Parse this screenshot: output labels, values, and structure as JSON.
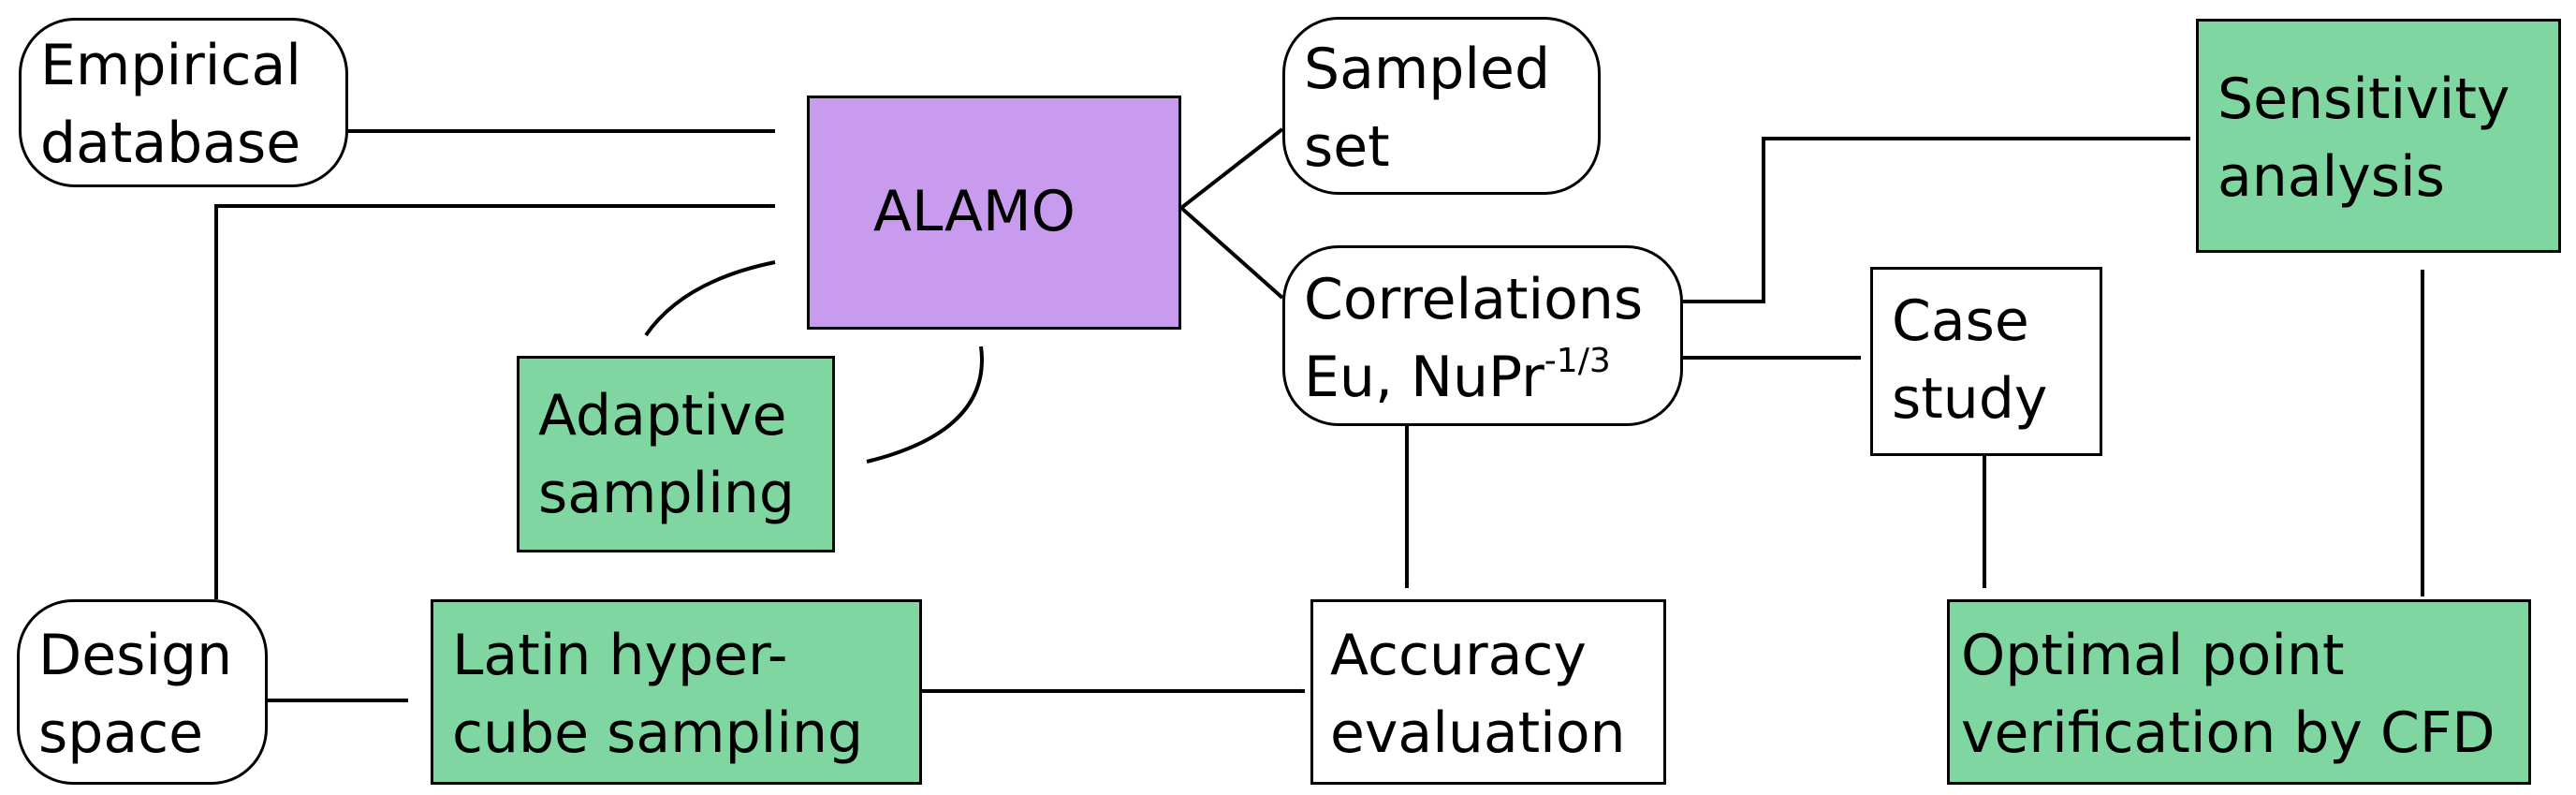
{
  "nodes": {
    "empirical": {
      "line1": "Empirical",
      "line2": "database"
    },
    "alamo": {
      "label": "ALAMO"
    },
    "sampled": {
      "line1": "Sampled",
      "line2": "set"
    },
    "correlations": {
      "line1": "Correlations",
      "line2_prefix": "Eu, NuPr",
      "line2_sup": "-1/3"
    },
    "adaptive": {
      "line1": "Adaptive",
      "line2": "sampling"
    },
    "design": {
      "line1": "Design",
      "line2": "space"
    },
    "latin": {
      "line1": "Latin hyper-",
      "line2": "cube sampling"
    },
    "accuracy": {
      "line1": "Accuracy",
      "line2": "evaluation"
    },
    "case": {
      "line1": "Case",
      "line2": "study"
    },
    "sensitivity": {
      "line1": "Sensitivity",
      "line2": "analysis"
    },
    "optimal": {
      "line1": "Optimal point",
      "line2": "verification by CFD"
    }
  },
  "colors": {
    "green": "#80d6a0",
    "purple": "#c89bee",
    "stroke": "#000000"
  }
}
